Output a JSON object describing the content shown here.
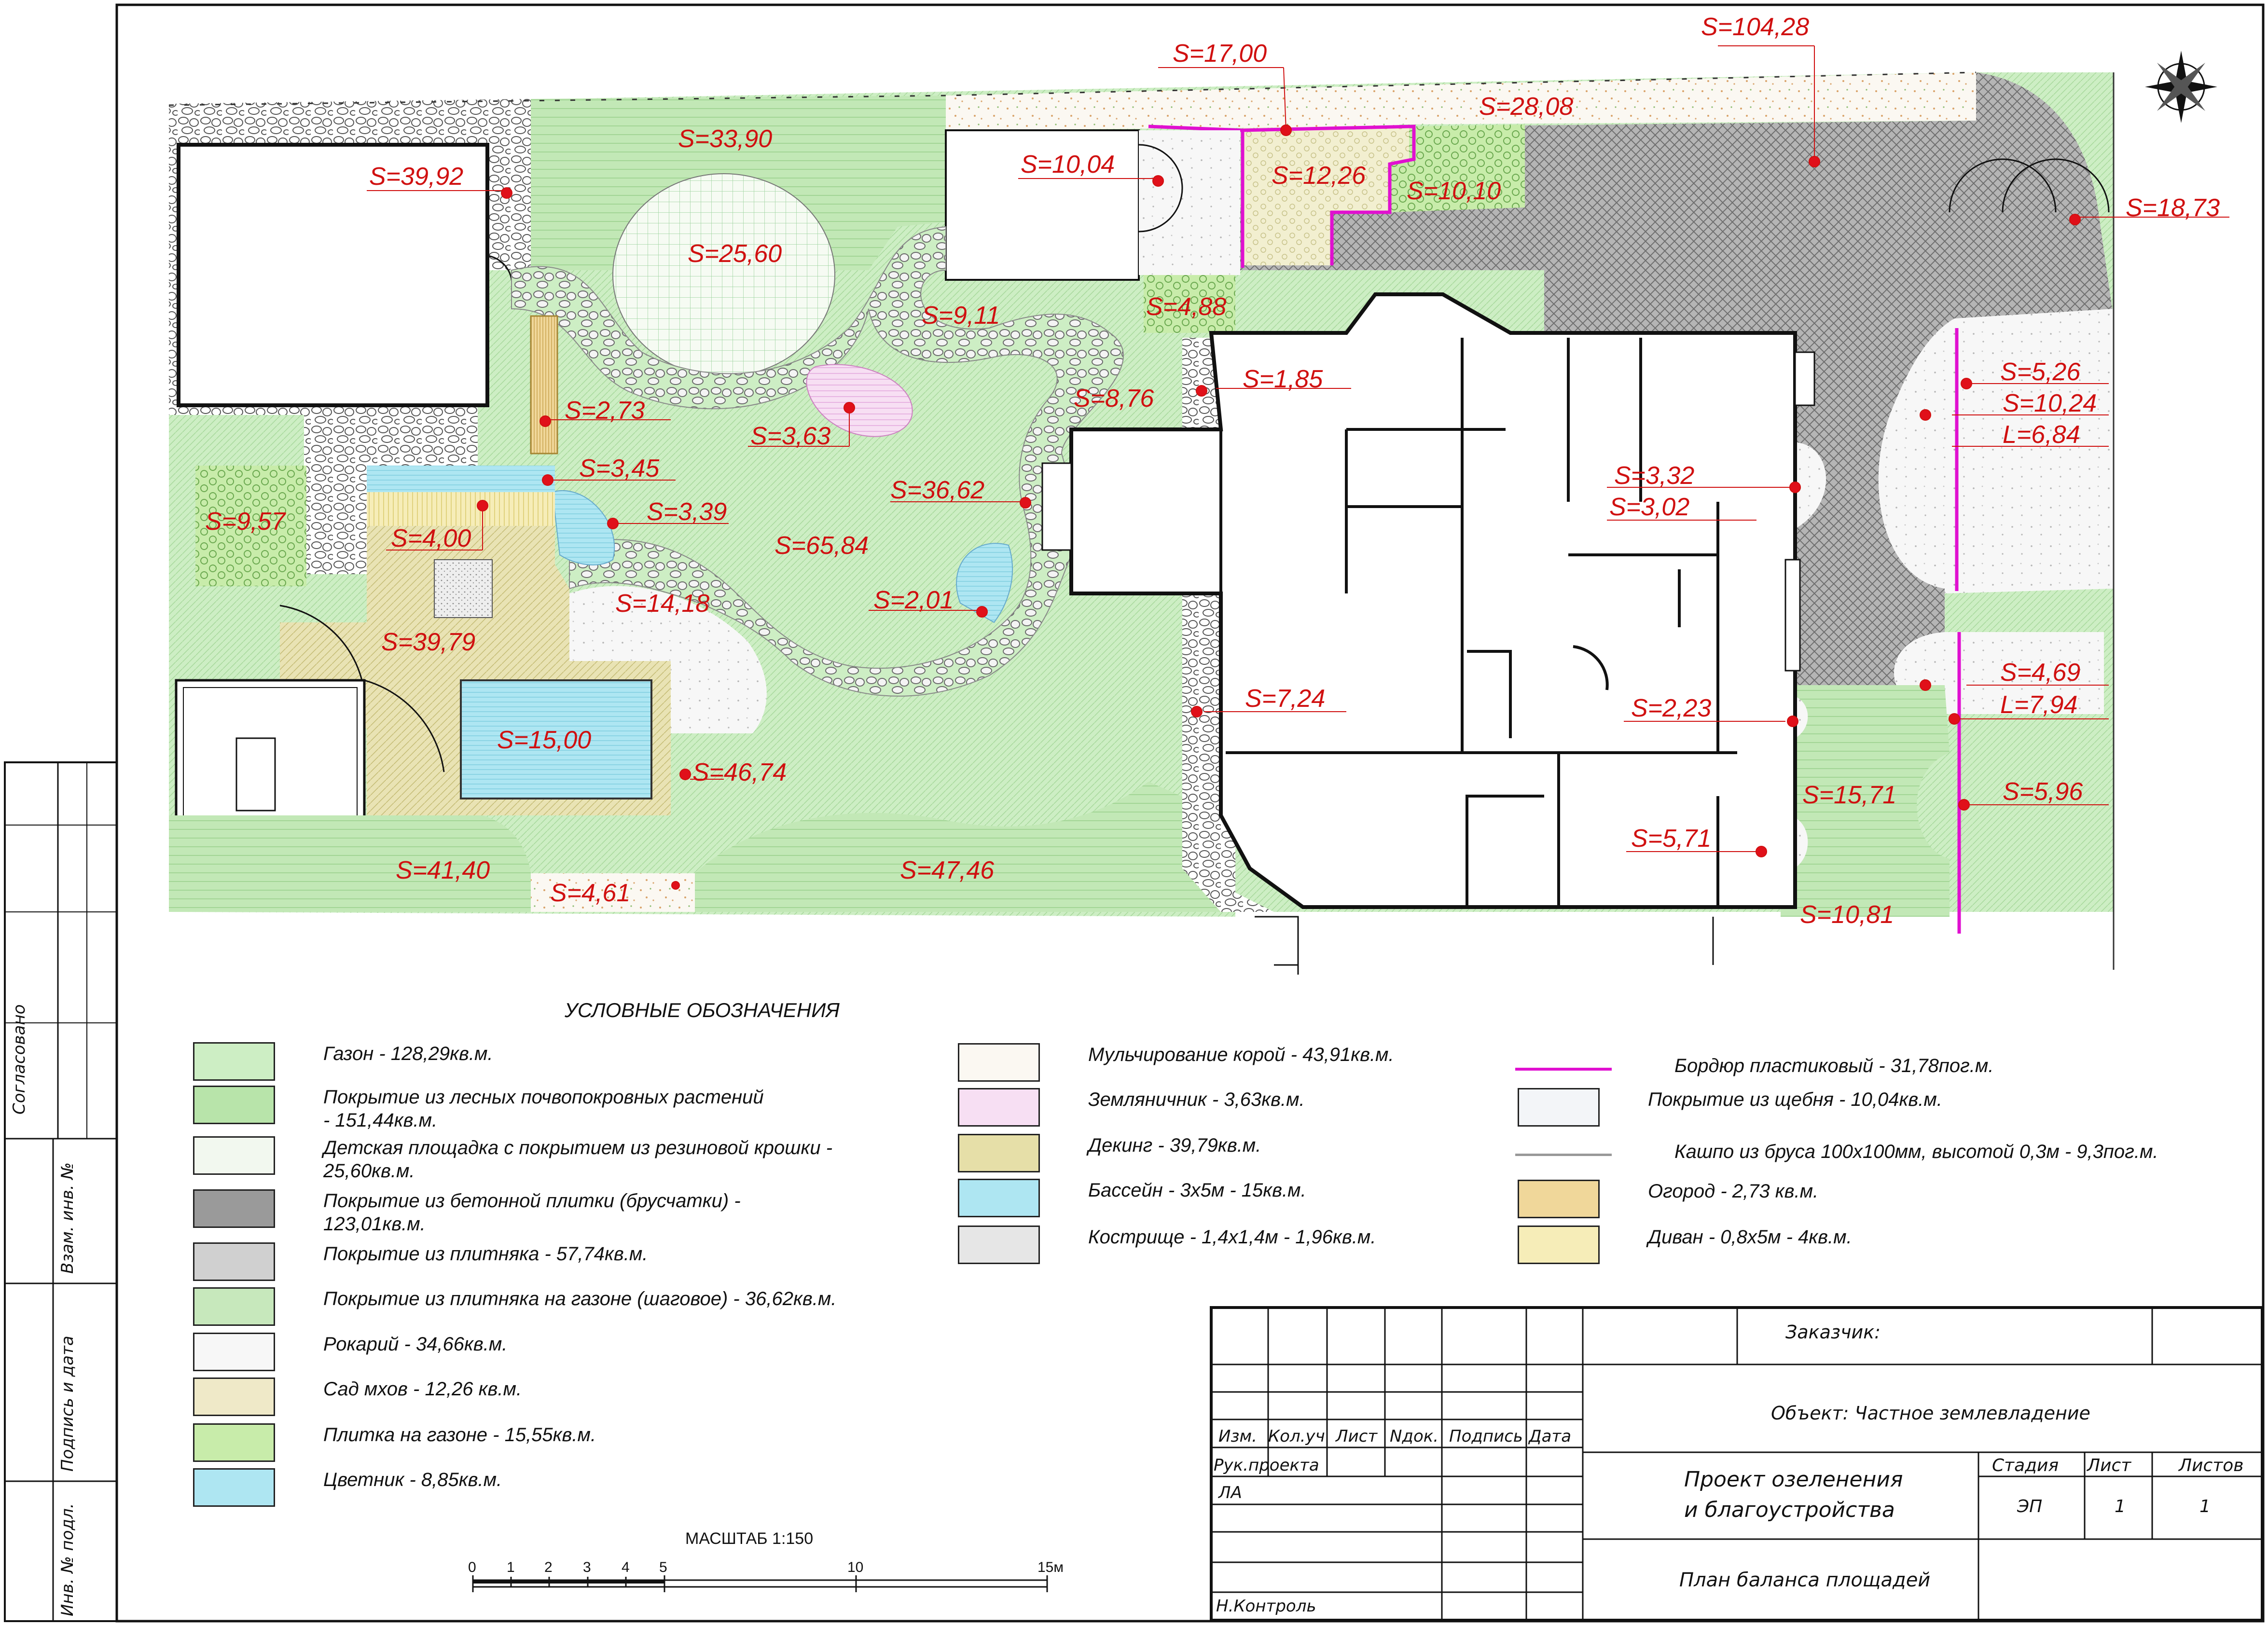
{
  "plan": {
    "labels": {
      "s_104_28": "S=104,28",
      "s_17_00": "S=17,00",
      "s_28_08": "S=28,08",
      "s_33_90": "S=33,90",
      "s_39_92": "S=39,92",
      "s_10_04": "S=10,04",
      "s_12_26": "S=12,26",
      "s_10_10": "S=10,10",
      "s_18_73": "S=18,73",
      "s_25_60": "S=25,60",
      "s_9_11": "S=9,11",
      "s_4_88": "S=4,88",
      "s_2_73": "S=2,73",
      "s_3_63": "S=3,63",
      "s_8_76": "S=8,76",
      "s_1_85": "S=1,85",
      "s_5_26": "S=5,26",
      "s_10_24": "S=10,24",
      "l_6_84": "L=6,84",
      "s_3_45": "S=3,45",
      "s_9_57": "S=9,57",
      "s_3_39": "S=3,39",
      "s_36_62": "S=36,62",
      "s_3_32": "S=3,32",
      "s_3_02": "S=3,02",
      "s_4_00": "S=4,00",
      "s_65_84": "S=65,84",
      "s_14_18": "S=14,18",
      "s_2_01": "S=2,01",
      "s_39_79": "S=39,79",
      "s_7_24": "S=7,24",
      "s_4_69": "S=4,69",
      "l_7_94": "L=7,94",
      "s_2_23": "S=2,23",
      "s_15_00": "S=15,00",
      "s_46_74": "S=46,74",
      "s_15_71": "S=15,71",
      "s_5_96": "S=5,96",
      "s_5_71": "S=5,71",
      "s_41_40": "S=41,40",
      "s_47_46": "S=47,46",
      "s_4_61": "S=4,61",
      "s_10_81": "S=10,81"
    }
  },
  "legend": {
    "title": "УСЛОВНЫЕ ОБОЗНАЧЕНИЯ",
    "col1": [
      "Газон - 128,29кв.м.",
      "Покрытие из лесных почвопокровных растений",
      "- 151,44кв.м.",
      "Детская площадка с покрытием из резиновой крошки -",
      "25,60кв.м.",
      "Покрытие из бетонной плитки (брусчатки) -",
      "123,01кв.м.",
      "Покрытие из плитняка  - 57,74кв.м.",
      "Покрытие из плитняка на газоне (шаговое) - 36,62кв.м.",
      "Рокарий - 34,66кв.м.",
      "Сад мхов - 12,26 кв.м.",
      "Плитка на газоне - 15,55кв.м.",
      "Цветник - 8,85кв.м."
    ],
    "col2": [
      "Мульчирование корой - 43,91кв.м.",
      "Земляничник - 3,63кв.м.",
      "Декинг - 39,79кв.м.",
      "Бассейн - 3х5м - 15кв.м.",
      "Кострище - 1,4х1,4м - 1,96кв.м."
    ],
    "col3": [
      "Бордюр пластиковый - 31,78пог.м.",
      "Покрытие из щебня - 10,04кв.м.",
      "Кашпо из бруса 100х100мм, высотой 0,3м - 9,3пог.м.",
      "Огород - 2,73 кв.м.",
      "Диван - 0,8х5м - 4кв.м."
    ]
  },
  "scale": {
    "title": "МАСШТАБ 1:150",
    "ticks": [
      "0",
      "1",
      "2",
      "3",
      "4",
      "5",
      "10",
      "15м"
    ]
  },
  "title_block": {
    "headers": [
      "Изм.",
      "Кол.уч",
      "Лист",
      "Nдок.",
      "Подпись",
      "Дата"
    ],
    "roles": [
      "Рук.проекта",
      "ЛА",
      "Н.Контроль"
    ],
    "customer_label": "Заказчик:",
    "object": "Объект: Частное землевладение",
    "project_line1": "Проект озеленения",
    "project_line2": "и благоустройства",
    "stage_header": "Стадия",
    "sheet_header": "Лист",
    "sheets_header": "Листов",
    "stage": "ЭП",
    "sheet": "1",
    "sheets": "1",
    "drawing_name": "План баланса площадей"
  },
  "side_stamp": [
    "Согласовано",
    "Взам. инв. №",
    "Подпись и дата",
    "Инв. № подл."
  ],
  "colors": {
    "lawn": "#cdeec4",
    "groundcover": "#b8e4aa",
    "paving": "#9a9a9a",
    "pool": "#aee6f2",
    "decking": "#e6dfa8",
    "border": "#e010d0",
    "label": "#d01010"
  }
}
